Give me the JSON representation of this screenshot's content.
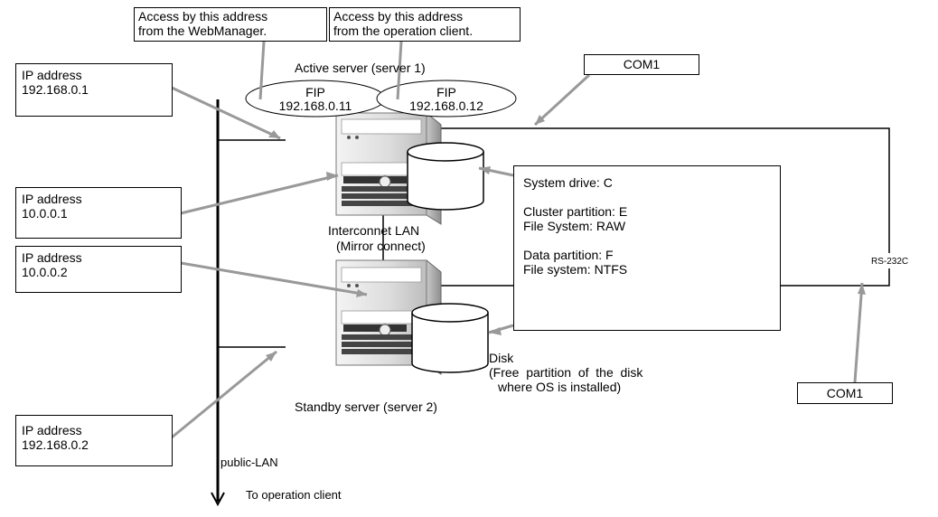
{
  "callouts": {
    "webmanager_access": [
      "Access by this address",
      "from the WebManager."
    ],
    "client_access": [
      "Access by this address",
      "from the operation client."
    ]
  },
  "servers": {
    "active": "Active server (server 1)",
    "standby": "Standby server (server 2)"
  },
  "fips": [
    {
      "label": "FIP",
      "address": "192.168.0.11"
    },
    {
      "label": "FIP",
      "address": "192.168.0.12"
    }
  ],
  "com_ports": {
    "top": "COM1",
    "bottom": "COM1"
  },
  "ip_boxes": {
    "server1_public": [
      "IP address",
      "192.168.0.1"
    ],
    "server1_interconnect": [
      "IP address",
      "10.0.0.1"
    ],
    "server2_interconnect": [
      "IP address",
      "10.0.0.2"
    ],
    "server2_public": [
      "IP address",
      "192.168.0.2"
    ]
  },
  "interconnect": [
    "Interconnet LAN",
    "(Mirror connect)"
  ],
  "disk_info": {
    "system_drive": "System drive: C",
    "cluster_partition": "Cluster partition: E",
    "cluster_fs": "File System: RAW",
    "data_partition": "Data partition: F",
    "data_fs": "File system: NTFS"
  },
  "serial_cable": "RS-232C",
  "disk_label": [
    "Disk",
    "(Free  partition  of  the  disk",
    "where OS is installed)"
  ],
  "network": {
    "name": "public-LAN",
    "destination": "To operation client"
  }
}
